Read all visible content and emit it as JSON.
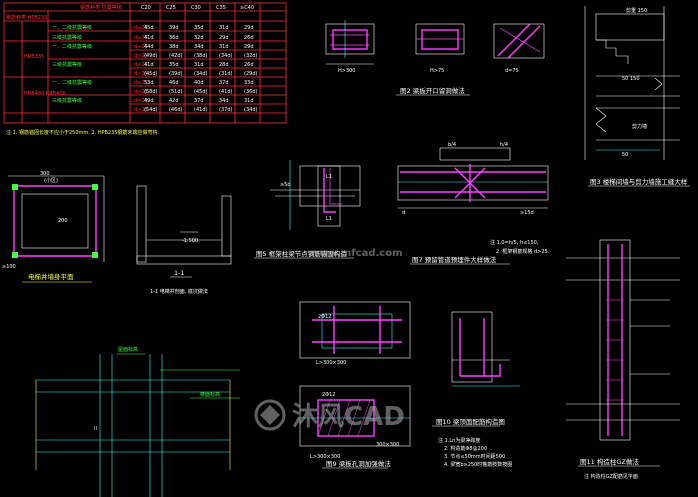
{
  "table": {
    "header_top": "钢筋种类 抗震等级",
    "row_label": "钢筋种类 HPB235",
    "grade_hrb335": "HRB335",
    "grade_hrb400": "HRB400 RRB400",
    "concrete_cols": [
      "C20",
      "C25",
      "C30",
      "C35",
      "≥C40"
    ],
    "rows": [
      {
        "seismic": "一、二级抗震等级",
        "d": "d≤25",
        "vals": [
          "45d",
          "39d",
          "35d",
          "31d",
          "29d"
        ]
      },
      {
        "seismic": "三级抗震等级",
        "d": "d≤25",
        "vals": [
          "41d",
          "36d",
          "32d",
          "29d",
          "26d"
        ]
      },
      {
        "seismic": "一、二级抗震等级",
        "d": "d≤25",
        "vals": [
          "44d",
          "38d",
          "34d",
          "31d",
          "29d"
        ]
      },
      {
        "seismic": "",
        "d": "d>25",
        "vals": [
          "(49d)",
          "(42d)",
          "(38d)",
          "(34d)",
          "(32d)"
        ]
      },
      {
        "seismic": "三级抗震等级",
        "d": "d≤25",
        "vals": [
          "41d",
          "35d",
          "31d",
          "28d",
          "26d"
        ]
      },
      {
        "seismic": "",
        "d": "d>25",
        "vals": [
          "(45d)",
          "(39d)",
          "(34d)",
          "(31d)",
          "(29d)"
        ]
      },
      {
        "seismic": "一、二级抗震等级",
        "d": "d≤25",
        "vals": [
          "53d",
          "46d",
          "40d",
          "37d",
          "33d"
        ]
      },
      {
        "seismic": "",
        "d": "d>25",
        "vals": [
          "(58d)",
          "(51d)",
          "(45d)",
          "(41d)",
          "(36d)"
        ]
      },
      {
        "seismic": "三级抗震等级",
        "d": "d≤25",
        "vals": [
          "49d",
          "42d",
          "37d",
          "34d",
          "31d"
        ]
      },
      {
        "seismic": "",
        "d": "d>25",
        "vals": [
          "(54d)",
          "(46d)",
          "(41d)",
          "(37d)",
          "(34d)"
        ]
      }
    ],
    "note": "注 1. 钢筋锚固长度不应小于250mm, 2. HPB235钢筋末端应做弯钩."
  },
  "fig2": {
    "title": "图2 梁板开口留洞做法",
    "dims": [
      "H>300",
      "H>75",
      "d=75"
    ]
  },
  "fig3": {
    "title": "图3 楼梯间墙与剪力墙施工缝大样",
    "labels": [
      "剪重 150",
      "50 150",
      "剪力墙",
      "50"
    ]
  },
  "elevator": {
    "title": "电梯井墙身平面",
    "labels": [
      "300",
      "200",
      "≥100",
      "(小区)"
    ]
  },
  "section11": {
    "title": "1-1",
    "note": "1-1 电梯井剖面, 底坑做法",
    "elev": "-1.500"
  },
  "fig5": {
    "title": "图5 框架柱梁节点钢筋锚固构造",
    "labels": [
      "L1",
      "L1",
      "≥5d"
    ]
  },
  "fig7": {
    "title": "图7 预留管道预埋件大样做法",
    "notes": [
      "注 1.0=h/5, h≤150,",
      "2. 框架钢筋规格 d>25."
    ],
    "labels": [
      "b/4",
      "h/4",
      "≥15d",
      "d"
    ]
  },
  "fig9": {
    "title": "图9 梁板孔洞加强做法",
    "labels": [
      "2Φ12",
      "L>300×300",
      "2Φ12",
      "300×300",
      "L>300×300"
    ]
  },
  "fig10": {
    "title": "图10 梁顶面配筋构造图",
    "notes": [
      "注 1.Ln为梁净跨度",
      "2. 构造筋Φ8@200",
      "3. 节点≤50mm时间距500",
      "4. 梁宽b≥250时箍筋肢数按图"
    ]
  },
  "fig11": {
    "title": "图11 构造柱GZ做法",
    "note": "注 构造柱GZ配筋见平面"
  },
  "legend_bottom": [
    "屋面标高",
    "楼面标高"
  ],
  "watermark": {
    "url": "www.mfcad.com",
    "logo": "沐风CAD"
  }
}
